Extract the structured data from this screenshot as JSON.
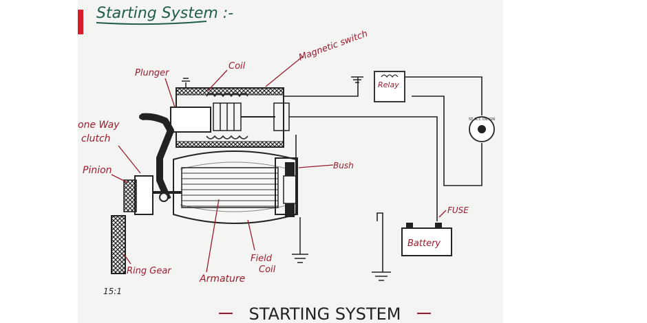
{
  "heading": {
    "title": "Starting System :-"
  },
  "labels": {
    "plunger": "Plunger",
    "coil": "Coil",
    "magnetic_switch": "Magnetic switch",
    "relay": "Relay",
    "one_way_clutch_1": "one Way",
    "one_way_clutch_2": "clutch",
    "pinion": "Pinion",
    "bush": "Bush",
    "fuse": "FUSE",
    "battery": "Battery",
    "field_coil_1": "Field",
    "field_coil_2": "Coil",
    "ring_gear": "Ring Gear",
    "armature": "Armature",
    "ratio": "15:1",
    "switch_text": "ST  ACC  ON  IGN",
    "footer": "STARTING SYSTEM"
  },
  "colors": {
    "paper": "#f4f4f2",
    "heading_ink": "#1f5e45",
    "label_ink": "#9b1a2c",
    "line_ink": "#222222",
    "accent_red": "#d61f2a"
  }
}
